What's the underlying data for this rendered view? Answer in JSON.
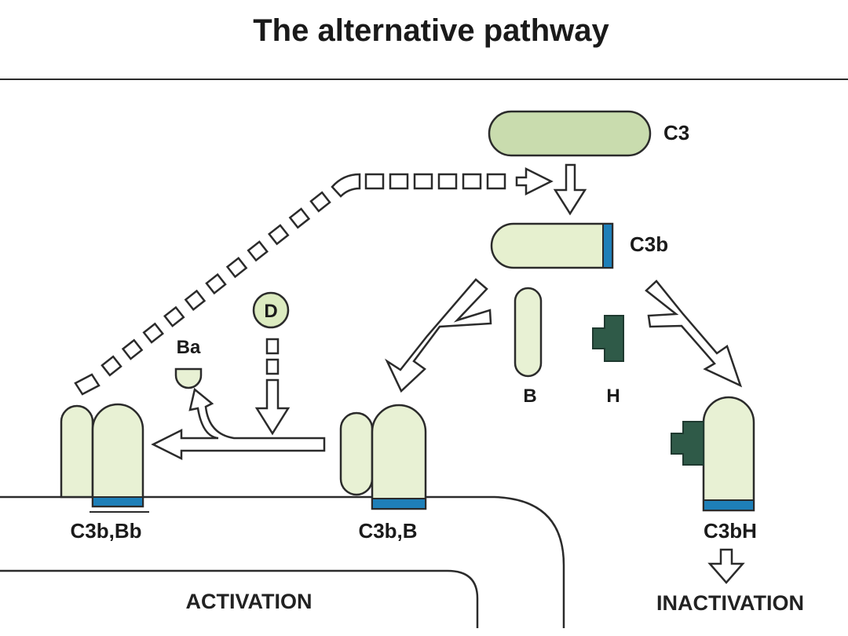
{
  "title": "The alternative pathway",
  "labels": {
    "c3": "C3",
    "c3b": "C3b",
    "b": "B",
    "h": "H",
    "d": "D",
    "ba": "Ba",
    "c3b_bb": "C3b,Bb",
    "c3b_b": "C3b,B",
    "c3bh": "C3bH",
    "activation": "ACTIVATION",
    "inactivation": "INACTIVATION"
  },
  "colors": {
    "c3_fill": "#c9dcae",
    "c3b_fill": "#e6f0cf",
    "pale_fill": "#e8f1d4",
    "h_fill": "#2f5a48",
    "d_fill": "#dcebc0",
    "membrane_blue": "#1e7fb8",
    "outline": "#2b2b2b"
  }
}
